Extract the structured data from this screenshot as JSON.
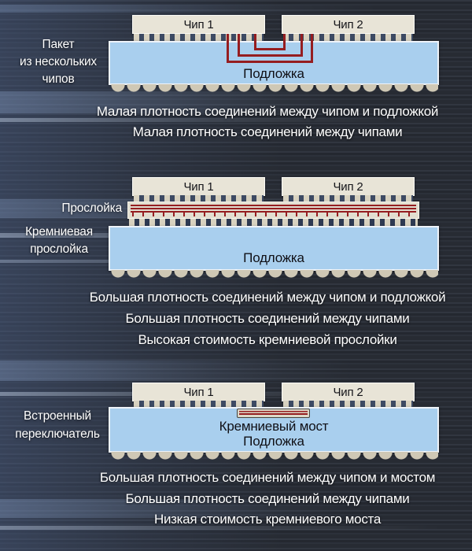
{
  "sections": [
    {
      "side_label_lines": [
        "Пакет",
        "из нескольких",
        "чипов"
      ],
      "chip1_label": "Чип 1",
      "chip2_label": "Чип 2",
      "substrate_label": "Подложка",
      "captions": [
        "Малая плотность соединений между чипом и подложкой",
        "Малая плотность соединений между чипами"
      ]
    },
    {
      "interposer_label": "Прослойка",
      "side_label_lines": [
        "Кремниевая",
        "прослойка"
      ],
      "chip1_label": "Чип 1",
      "chip2_label": "Чип 2",
      "substrate_label": "Подложка",
      "captions": [
        "Большая плотность соединений между чипом и подложкой",
        "Большая плотность соединений между чипами",
        "Высокая стоимость кремниевой прослойки"
      ]
    },
    {
      "side_label_lines": [
        "Встроенный",
        "переключатель"
      ],
      "chip1_label": "Чип 1",
      "chip2_label": "Чип 2",
      "bridge_label": "Кремниевый мост",
      "substrate_label": "Подложка",
      "captions": [
        "Большая плотность соединений между чипом и мостом",
        "Большая плотность соединений между чипами",
        "Низкая стоимость кремниевого моста"
      ]
    }
  ],
  "colors": {
    "background": "#272b33",
    "substrate_blue": "#a9cfee",
    "chip_beige": "#e8e4d7",
    "bump_beige": "#d8d2c0",
    "ball_beige": "#cfc8b5",
    "trace_red": "#951d20",
    "text_light": "#ffffff",
    "text_dark": "#101016"
  }
}
